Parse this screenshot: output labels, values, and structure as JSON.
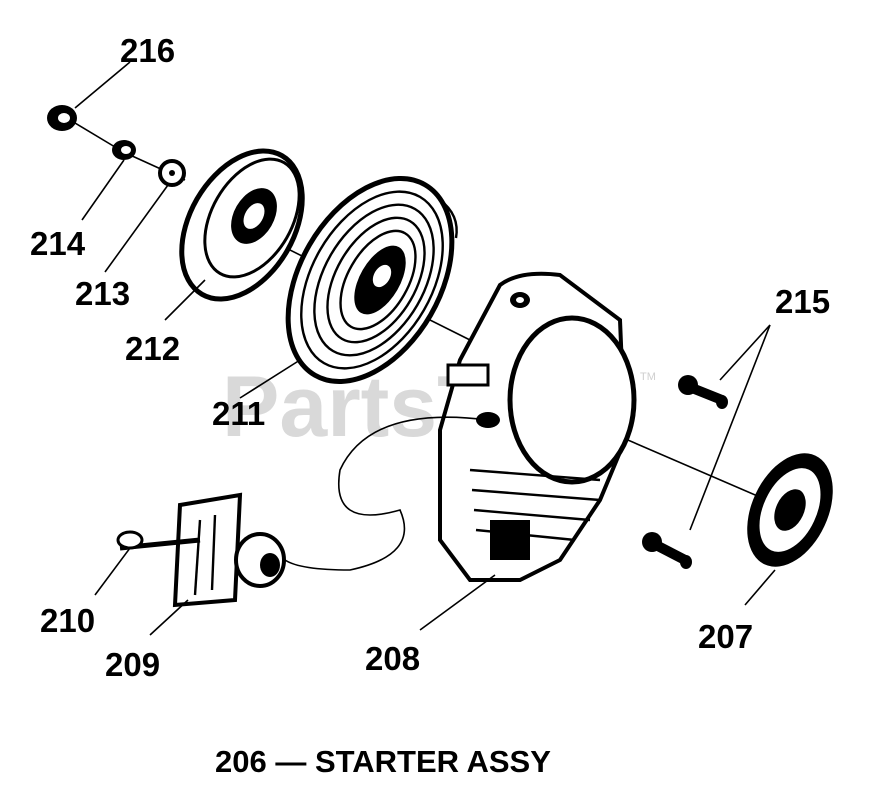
{
  "watermark": {
    "text": "PartsTree",
    "tm": "TM"
  },
  "caption": "206 — STARTER ASSY",
  "labels": {
    "p216": "216",
    "p214": "214",
    "p213": "213",
    "p212": "212",
    "p211": "211",
    "p215": "215",
    "p210": "210",
    "p209": "209",
    "p208": "208",
    "p207": "207"
  },
  "parts": {
    "p216": "nut-icon",
    "p214": "washer-icon",
    "p213": "spring-washer-icon",
    "p212": "pulley-icon",
    "p211": "recoil-spring-icon",
    "p215": "screw-icon",
    "p210": "pin-icon",
    "p209": "handle-icon",
    "p208": "starter-housing-icon",
    "p207": "decal-icon"
  }
}
